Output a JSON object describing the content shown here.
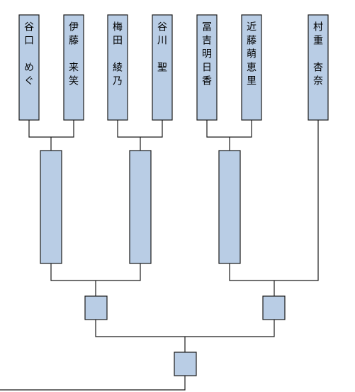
{
  "participants": [
    {
      "name": "谷口　めぐ"
    },
    {
      "name": "伊藤　来笑"
    },
    {
      "name": "梅田　綾乃"
    },
    {
      "name": "谷川　聖"
    },
    {
      "name": "冨吉明日香"
    },
    {
      "name": "近藤萌恵里"
    },
    {
      "name": "村重　杏奈"
    }
  ],
  "colors": {
    "box_fill": "#b9cde5",
    "line": "#1a1a1a"
  }
}
